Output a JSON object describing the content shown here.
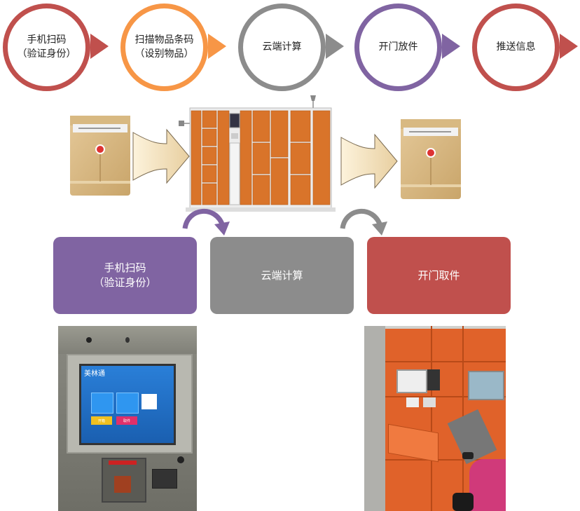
{
  "flow_steps": [
    {
      "line1": "手机扫码",
      "line2": "（验证身份）",
      "color": "#c0504d"
    },
    {
      "line1": "扫描物品条码",
      "line2": "（设别物品）",
      "color": "#f79646"
    },
    {
      "line1": "云端计算",
      "line2": "",
      "color": "#8c8c8c"
    },
    {
      "line1": "开门放件",
      "line2": "",
      "color": "#8064a2"
    },
    {
      "line1": "推送信息",
      "line2": "",
      "color": "#c0504d"
    }
  ],
  "pickup_steps": [
    {
      "line1": "手机扫码",
      "line2": "（验证身份）",
      "color": "#8064a2"
    },
    {
      "line1": "云端计算",
      "line2": "",
      "color": "#8c8c8c"
    },
    {
      "line1": "开门取件",
      "line2": "",
      "color": "#c0504d"
    }
  ],
  "kiosk": {
    "brand": "美林通",
    "tile_left": "开箱",
    "tile_right": "取件"
  }
}
